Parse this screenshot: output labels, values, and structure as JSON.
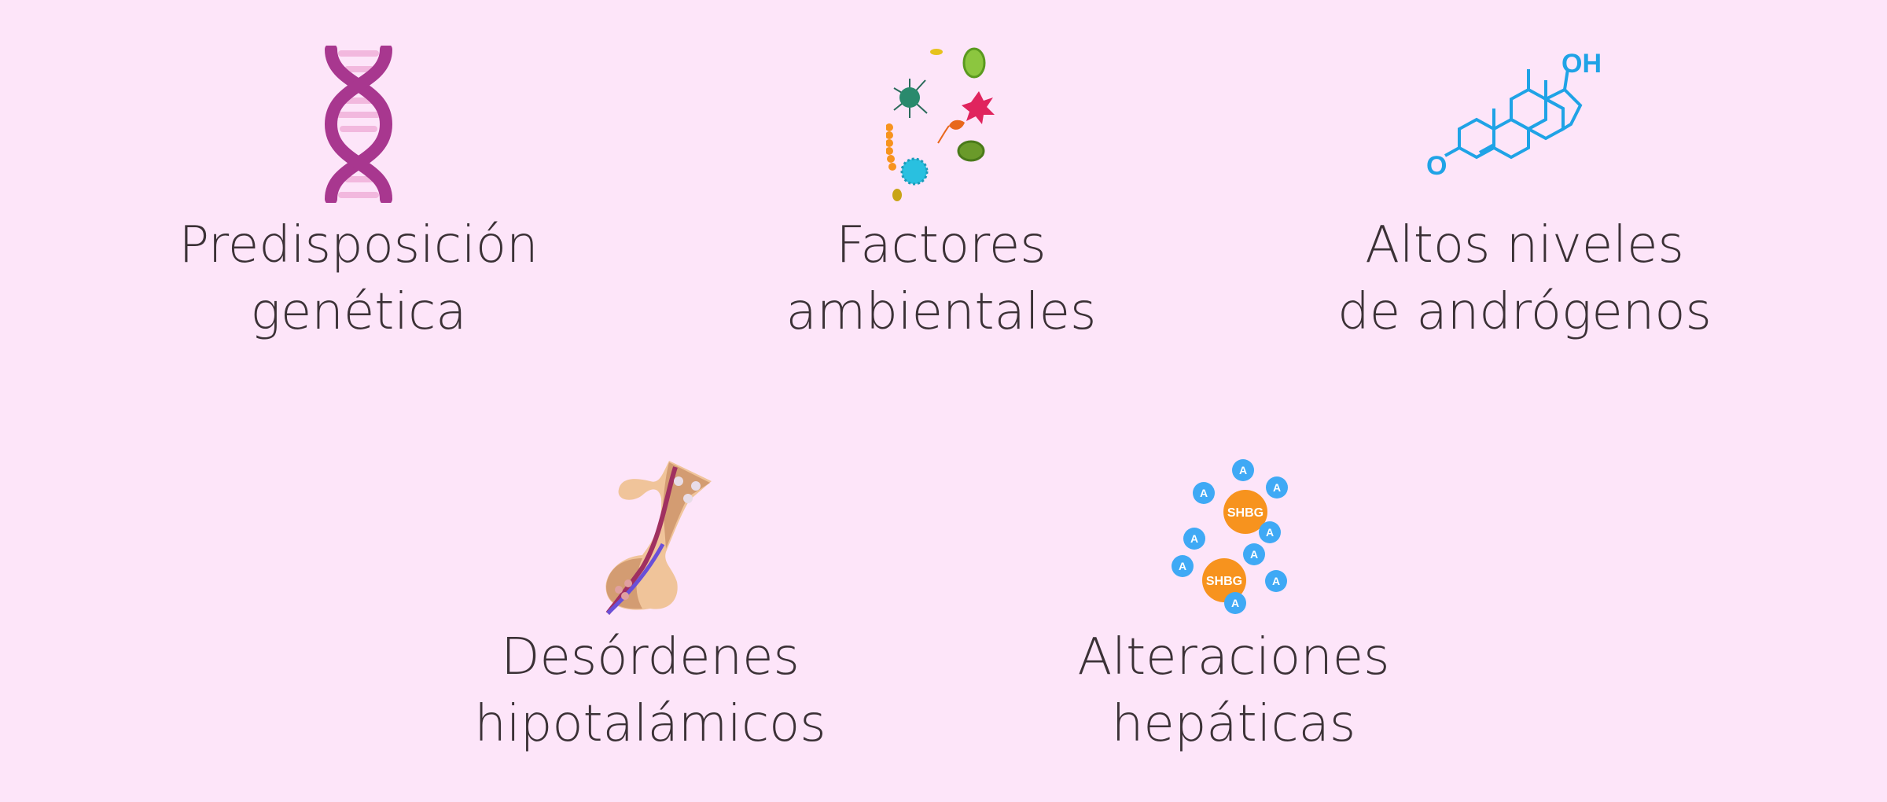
{
  "items": [
    {
      "icon": "dna-icon",
      "line1": "Predisposición",
      "line2": "genética"
    },
    {
      "icon": "microbes-icon",
      "line1": "Factores",
      "line2": "ambientales"
    },
    {
      "icon": "steroid-molecule-icon",
      "line1": "Altos niveles",
      "line2": "de andrógenos",
      "molecule_labels": {
        "oh": "OH",
        "o": "O"
      }
    },
    {
      "icon": "hypothalamus-pituitary-icon",
      "line1": "Desórdenes",
      "line2": "hipotalámicos"
    },
    {
      "icon": "shbg-binding-icon",
      "line1": "Alteraciones",
      "line2": "hepáticas",
      "protein_label": "SHBG",
      "hormone_label": "A"
    }
  ],
  "colors": {
    "background": "#fde5f9",
    "text": "#3b3136",
    "dna": "#a8378f",
    "steroid": "#1fa3e6",
    "shbg": "#f7931e",
    "androgen": "#3fa9f5"
  }
}
